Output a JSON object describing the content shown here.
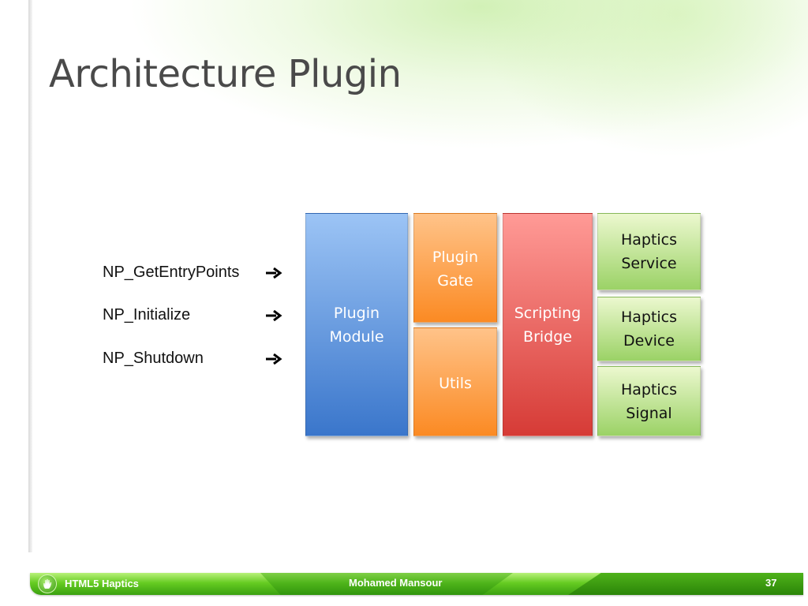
{
  "slide": {
    "title": "Architecture Plugin"
  },
  "api_calls": [
    {
      "label": "NP_GetEntryPoints",
      "arrow_icon": "right-arrow-icon"
    },
    {
      "label": "NP_Initialize",
      "arrow_icon": "right-arrow-icon"
    },
    {
      "label": "NP_Shutdown",
      "arrow_icon": "right-arrow-icon"
    }
  ],
  "components": {
    "plugin_module": "Plugin\nModule",
    "plugin_gate": "Plugin\nGate",
    "utils": "Utils",
    "scripting_bridge": "Scripting\nBridge",
    "haptics_service": "Haptics\nService",
    "haptics_device": "Haptics\nDevice",
    "haptics_signal": "Haptics\nSignal"
  },
  "footer": {
    "left_text": "HTML5 Haptics",
    "center_text": "Mohamed Mansour",
    "page_number": "37",
    "logo_icon": "hand-icon"
  },
  "colors": {
    "module": "#5a8fdc",
    "gate_utils": "#fb9b45",
    "bridge": "#e9605b",
    "haptics": "#b8e38a",
    "footer": "#66cc22"
  }
}
